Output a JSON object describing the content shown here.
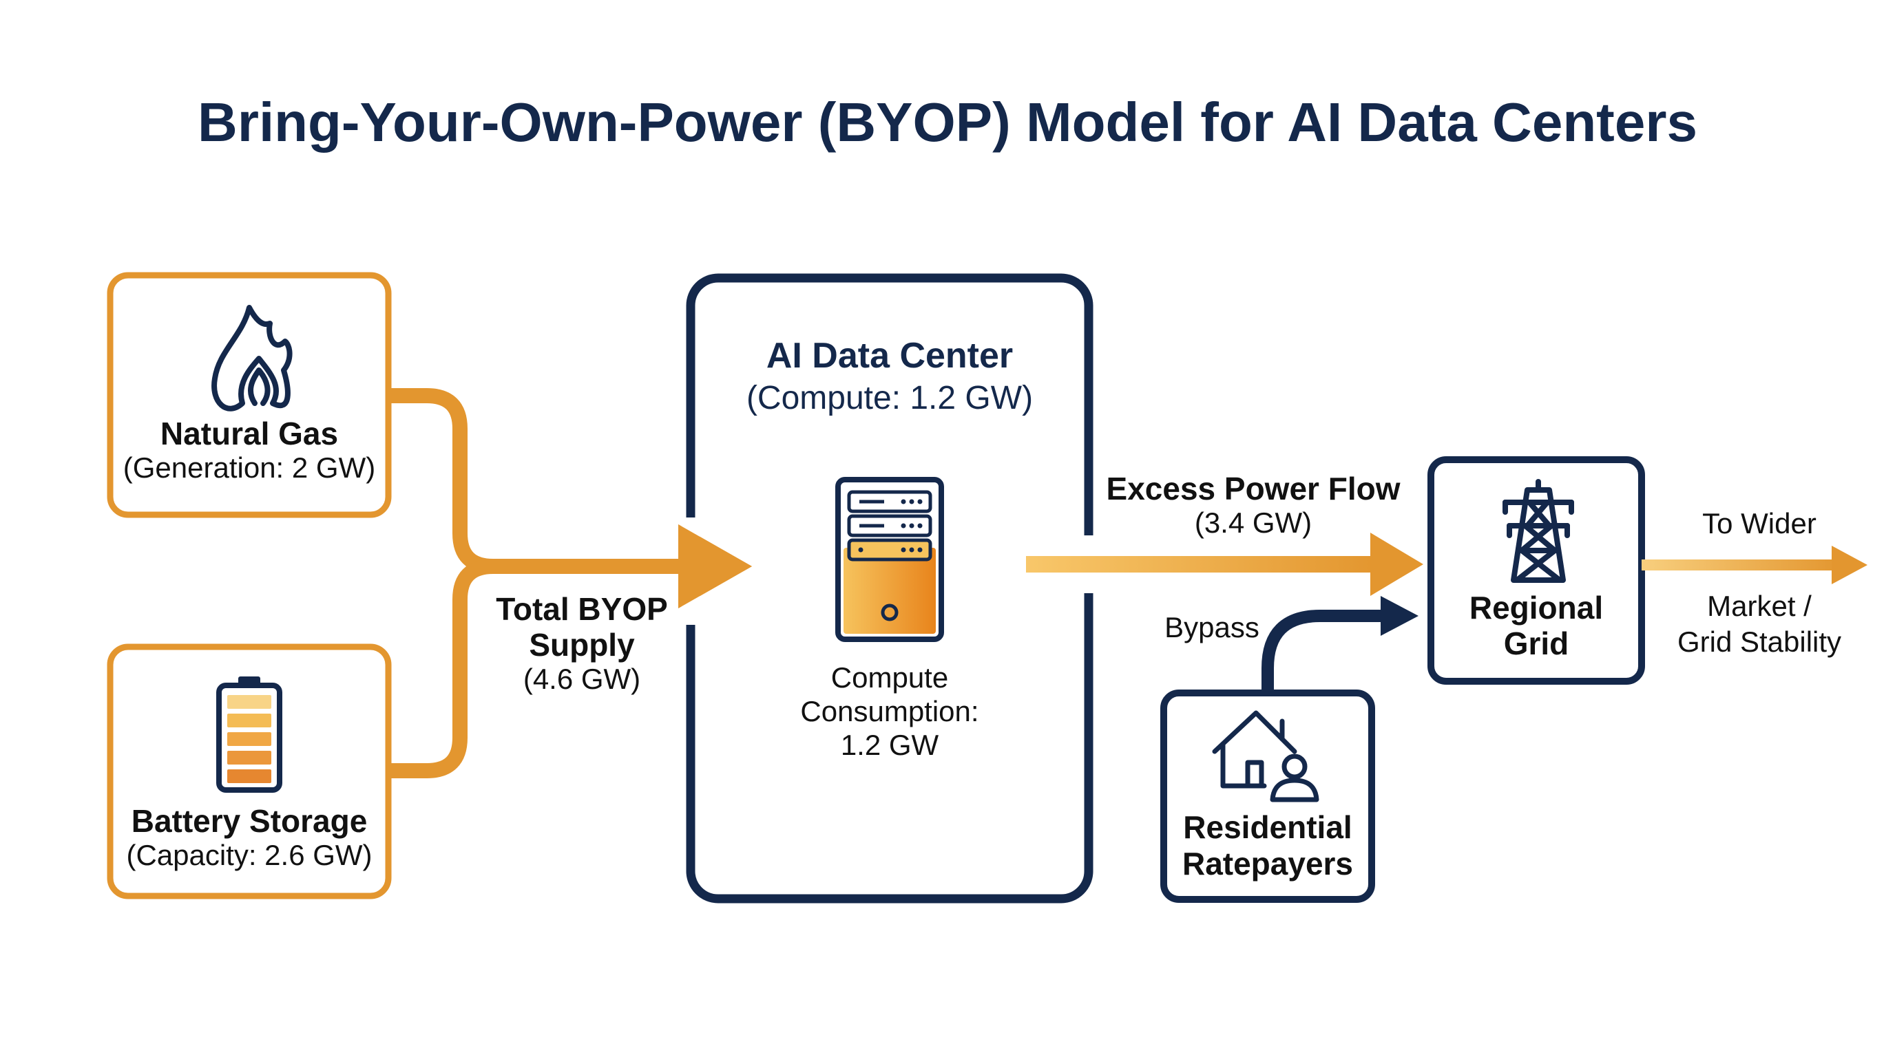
{
  "title": "Bring-Your-Own-Power (BYOP) Model for AI Data Centers",
  "colors": {
    "navy": "#14284b",
    "orange": "#e3962f",
    "orange_light": "#f6c35d",
    "orange_dark": "#e8841c",
    "text": "#111111"
  },
  "sources": {
    "natural_gas": {
      "name": "Natural Gas",
      "detail": "(Generation: 2 GW)",
      "icon": "flame-icon"
    },
    "battery": {
      "name": "Battery Storage",
      "detail": "(Capacity: 2.6 GW)",
      "icon": "battery-icon"
    }
  },
  "supply": {
    "line1": "Total BYOP",
    "line2": "Supply",
    "value": "(4.6 GW)"
  },
  "data_center": {
    "name": "AI Data Center",
    "detail": "(Compute: 1.2 GW)",
    "icon": "server-icon",
    "consumption_line1": "Compute",
    "consumption_line2": "Consumption:",
    "consumption_line3": "1.2 GW"
  },
  "excess": {
    "label": "Excess Power Flow",
    "value": "(3.4 GW)"
  },
  "bypass": {
    "label": "Bypass"
  },
  "residential": {
    "line1": "Residential",
    "line2": "Ratepayers",
    "icon": "house-person-icon"
  },
  "grid": {
    "line1": "Regional",
    "line2": "Grid",
    "icon": "transmission-tower-icon"
  },
  "wider": {
    "line1": "To Wider",
    "line2": "Market /",
    "line3": "Grid Stability"
  }
}
